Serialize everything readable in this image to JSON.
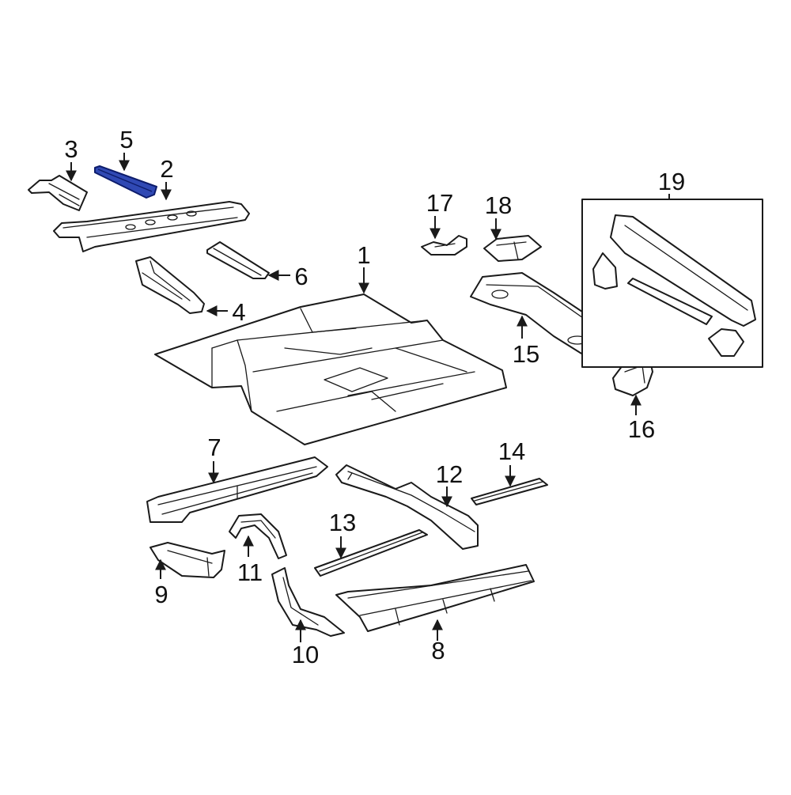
{
  "diagram": {
    "highlight_color": "#3049b4",
    "line_color": "#1a1a1a",
    "highlighted_callout": "5",
    "callouts": [
      "1",
      "2",
      "3",
      "4",
      "5",
      "6",
      "7",
      "8",
      "9",
      "10",
      "11",
      "12",
      "13",
      "14",
      "15",
      "16",
      "17",
      "18",
      "19"
    ]
  }
}
